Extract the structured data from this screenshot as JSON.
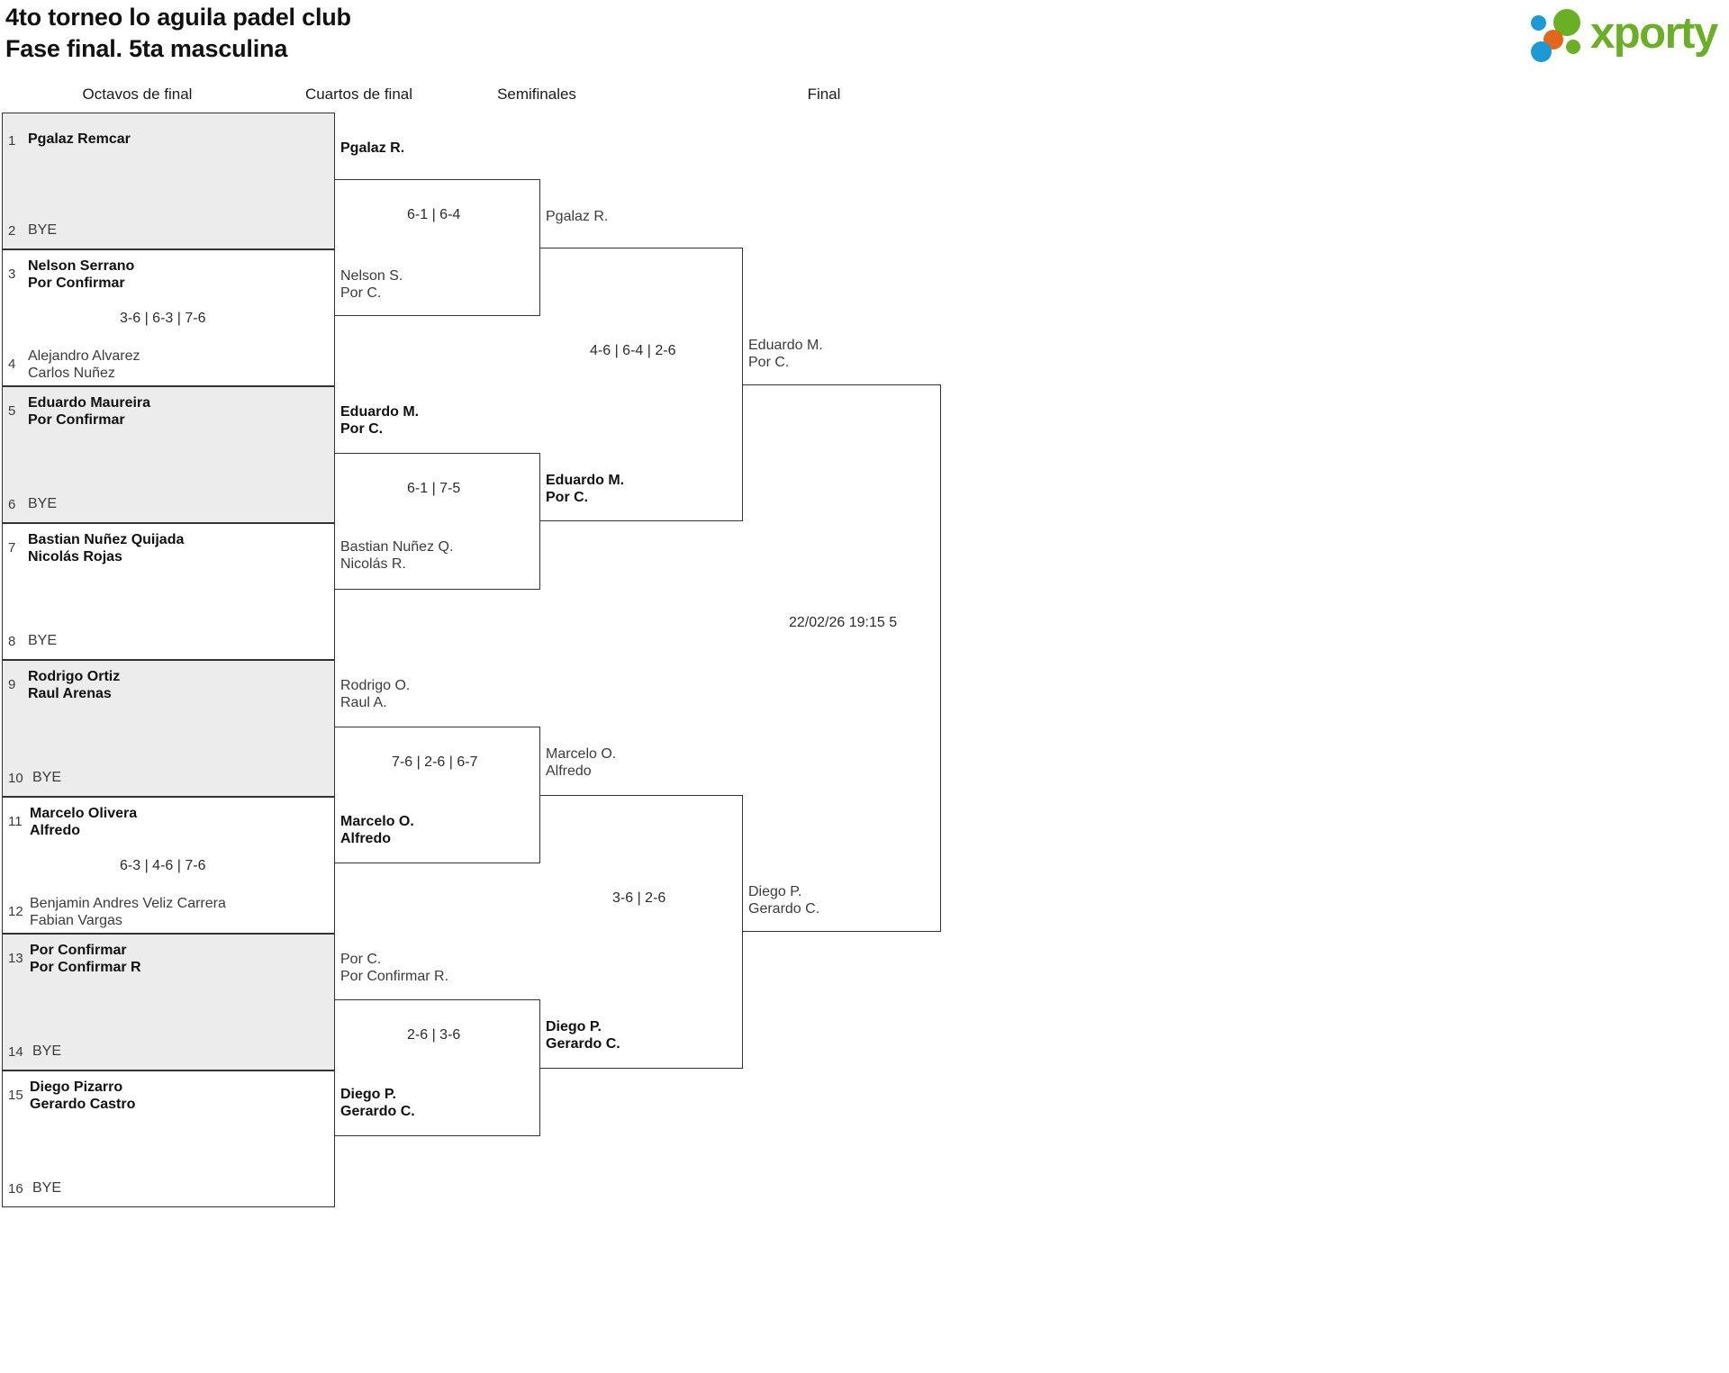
{
  "header": {
    "title_line1": "4to torneo lo aguila padel club",
    "title_line2": "Fase final. 5ta masculina",
    "logo_text": "xporty",
    "logo_colors": {
      "green": "#6ab023",
      "blue": "#1b9ad6",
      "orange": "#e2671a"
    }
  },
  "rounds": [
    {
      "label": "Octavos de final"
    },
    {
      "label": "Cuartos de final"
    },
    {
      "label": "Semifinales"
    },
    {
      "label": "Final"
    }
  ],
  "round1": {
    "matches": [
      {
        "score": "",
        "shaded": true,
        "top": {
          "seed": "1",
          "lines": [
            "Pgalaz Remcar"
          ],
          "state": "win"
        },
        "bottom": {
          "seed": "2",
          "lines": [
            "BYE"
          ],
          "state": "bye"
        }
      },
      {
        "score": "3-6 | 6-3 | 7-6",
        "shaded": false,
        "top": {
          "seed": "3",
          "lines": [
            "Nelson Serrano",
            "Por Confirmar"
          ],
          "state": "win"
        },
        "bottom": {
          "seed": "4",
          "lines": [
            "Alejandro Alvarez",
            "Carlos Nuñez"
          ],
          "state": "lose"
        }
      },
      {
        "score": "",
        "shaded": true,
        "top": {
          "seed": "5",
          "lines": [
            "Eduardo Maureira",
            "Por Confirmar"
          ],
          "state": "win"
        },
        "bottom": {
          "seed": "6",
          "lines": [
            "BYE"
          ],
          "state": "bye"
        }
      },
      {
        "score": "",
        "shaded": false,
        "top": {
          "seed": "7",
          "lines": [
            "Bastian Nuñez Quijada",
            "Nicolás Rojas"
          ],
          "state": "win"
        },
        "bottom": {
          "seed": "8",
          "lines": [
            "BYE"
          ],
          "state": "bye"
        }
      },
      {
        "score": "",
        "shaded": true,
        "top": {
          "seed": "9",
          "lines": [
            "Rodrigo Ortiz",
            "Raul Arenas"
          ],
          "state": "win"
        },
        "bottom": {
          "seed": "10",
          "lines": [
            "BYE"
          ],
          "state": "bye"
        }
      },
      {
        "score": "6-3 | 4-6 | 7-6",
        "shaded": false,
        "top": {
          "seed": "11",
          "lines": [
            "Marcelo Olivera",
            "Alfredo"
          ],
          "state": "win"
        },
        "bottom": {
          "seed": "12",
          "lines": [
            "Benjamin Andres Veliz Carrera",
            "Fabian Vargas"
          ],
          "state": "lose"
        }
      },
      {
        "score": "",
        "shaded": true,
        "top": {
          "seed": "13",
          "lines": [
            "Por Confirmar",
            "Por Confirmar R"
          ],
          "state": "win"
        },
        "bottom": {
          "seed": "14",
          "lines": [
            "BYE"
          ],
          "state": "bye"
        }
      },
      {
        "score": "",
        "shaded": false,
        "top": {
          "seed": "15",
          "lines": [
            "Diego Pizarro",
            "Gerardo Castro"
          ],
          "state": "win"
        },
        "bottom": {
          "seed": "16",
          "lines": [
            "BYE"
          ],
          "state": "bye"
        }
      }
    ]
  },
  "round2": {
    "matches": [
      {
        "score": "6-1 | 6-4",
        "top": {
          "lines": [
            "Pgalaz R."
          ],
          "state": "win"
        },
        "bottom": {
          "lines": [
            "Nelson S.",
            "Por C."
          ],
          "state": "lose"
        }
      },
      {
        "score": "6-1 | 7-5",
        "top": {
          "lines": [
            "Eduardo M.",
            "Por C."
          ],
          "state": "win"
        },
        "bottom": {
          "lines": [
            "Bastian Nuñez Q.",
            "Nicolás R."
          ],
          "state": "lose"
        }
      },
      {
        "score": "7-6 | 2-6 | 6-7",
        "top": {
          "lines": [
            "Rodrigo O.",
            "Raul A."
          ],
          "state": "lose"
        },
        "bottom": {
          "lines": [
            "Marcelo O.",
            "Alfredo"
          ],
          "state": "win"
        }
      },
      {
        "score": "2-6 | 3-6",
        "top": {
          "lines": [
            "Por C.",
            "Por Confirmar R."
          ],
          "state": "lose"
        },
        "bottom": {
          "lines": [
            "Diego P.",
            "Gerardo C."
          ],
          "state": "win"
        }
      }
    ]
  },
  "round3": {
    "matches": [
      {
        "score": "4-6 | 6-4 | 2-6",
        "top": {
          "lines": [
            "Pgalaz R."
          ],
          "state": "lose"
        },
        "bottom": {
          "lines": [
            "Eduardo M.",
            "Por C."
          ],
          "state": "win"
        }
      },
      {
        "score": "3-6 | 2-6",
        "top": {
          "lines": [
            "Marcelo O.",
            "Alfredo"
          ],
          "state": "lose"
        },
        "bottom": {
          "lines": [
            "Diego P.",
            "Gerardo C."
          ],
          "state": "win"
        }
      }
    ]
  },
  "round4": {
    "matches": [
      {
        "score": "22/02/26 19:15 5",
        "top": {
          "lines": [
            "Eduardo M.",
            "Por C."
          ],
          "state": "lose"
        },
        "bottom": {
          "lines": [
            "Diego P.",
            "Gerardo C."
          ],
          "state": "lose"
        }
      }
    ]
  }
}
